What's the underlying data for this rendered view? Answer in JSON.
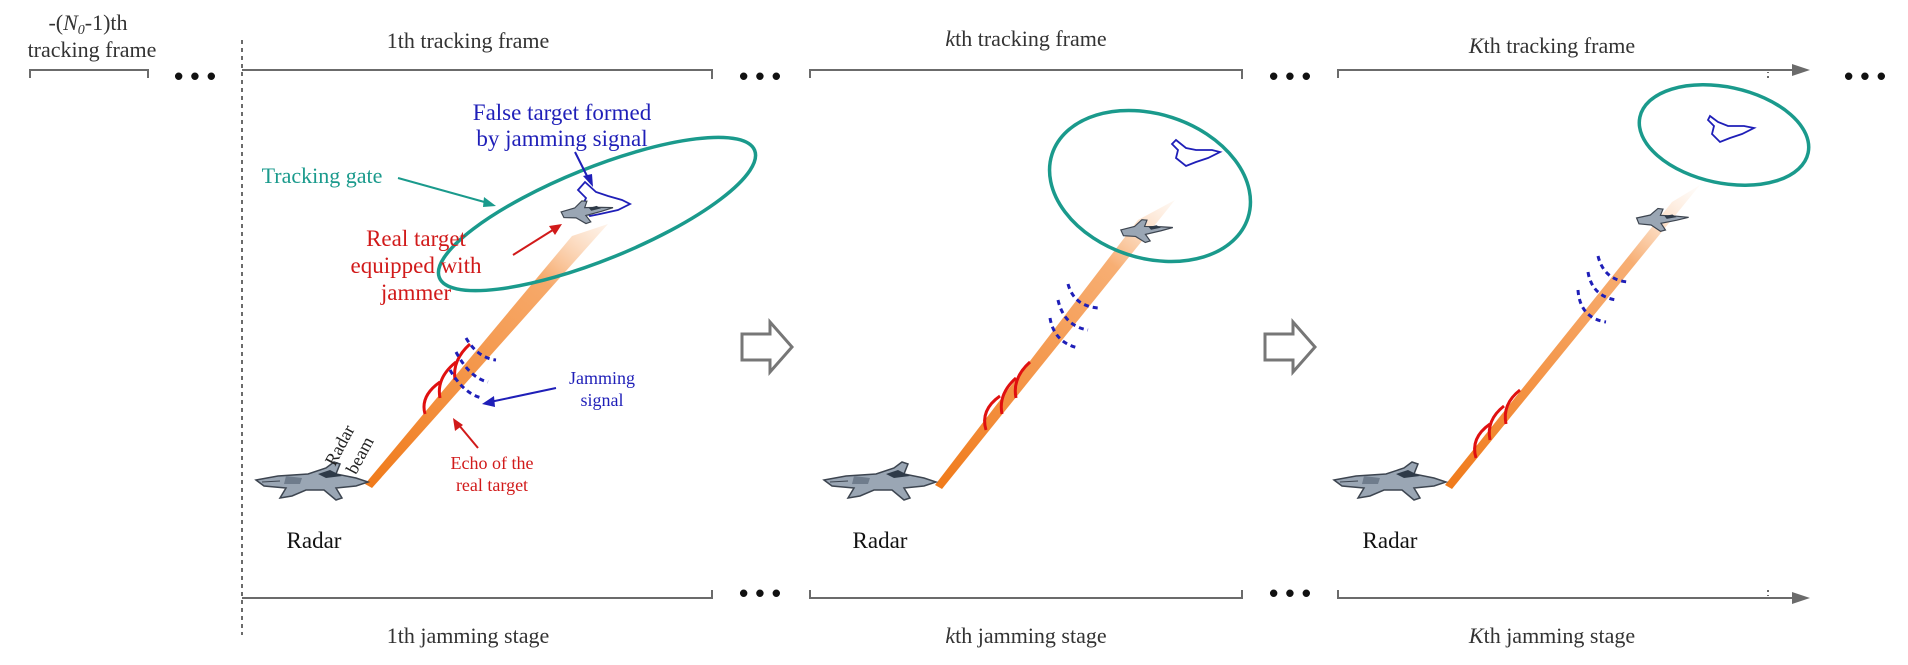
{
  "frames": {
    "prev": {
      "prefix": "-(",
      "n": "N",
      "sub": "0",
      "suffix": "-1)th",
      "line2": "tracking frame"
    },
    "f1": {
      "num": "1",
      "rest": "th tracking frame"
    },
    "fk": {
      "num": "k",
      "rest": "th tracking frame"
    },
    "fK": {
      "num": "K",
      "rest": "th tracking frame"
    }
  },
  "stages": {
    "s1": {
      "num": "1",
      "rest": "th jamming stage"
    },
    "sk": {
      "num": "k",
      "rest": "th jamming stage"
    },
    "sK": {
      "num": "K",
      "rest": "th jamming stage"
    }
  },
  "ellipsis": "• • •",
  "labels": {
    "false_target_l1": "False target formed",
    "false_target_l2": "by jamming signal",
    "tracking_gate": "Tracking gate",
    "real_target_l1": "Real target",
    "real_target_l2": "equipped with",
    "real_target_l3": "jammer",
    "jamming_signal_l1": "Jamming",
    "jamming_signal_l2": "signal",
    "radar_beam_l1": "Radar",
    "radar_beam_l2": "beam",
    "echo_l1": "Echo of the",
    "echo_l2": "real  target",
    "radar": "Radar"
  },
  "colors": {
    "axis": "#6b6b6b",
    "gate": "#1a9a8c",
    "false_target": "#1f1fb8",
    "real_target": "#d11a1a",
    "echo": "#e01010",
    "beam": "#f08a2a"
  }
}
